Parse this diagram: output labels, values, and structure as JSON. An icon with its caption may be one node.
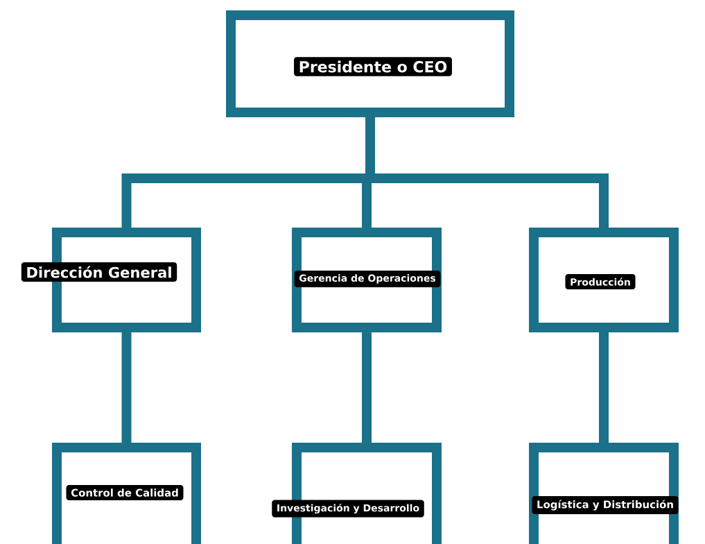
{
  "diagram": {
    "nodes": [
      {
        "text": [
          "Presidente o CEO"
        ]
      },
      {
        "text": [
          "Dirección General"
        ]
      },
      {
        "text": [
          "Gerencia de Operaciones"
        ]
      },
      {
        "text": [
          "Producción"
        ]
      },
      {
        "text": [
          "Control de Calidad"
        ]
      },
      {
        "text": [
          "Investigación y Desarrollo"
        ]
      },
      {
        "text": [
          "Logística y Distribución"
        ]
      }
    ],
    "edges": [
      {
        "from": 0,
        "to": 1,
        "arrow": "none"
      },
      {
        "from": 0,
        "to": 2,
        "arrow": "none"
      },
      {
        "from": 0,
        "to": 3,
        "arrow": "none"
      },
      {
        "from": 1,
        "to": 4,
        "arrow": "none"
      },
      {
        "from": 2,
        "to": 5,
        "arrow": "none"
      },
      {
        "from": 3,
        "to": 6,
        "arrow": "none"
      }
    ]
  }
}
